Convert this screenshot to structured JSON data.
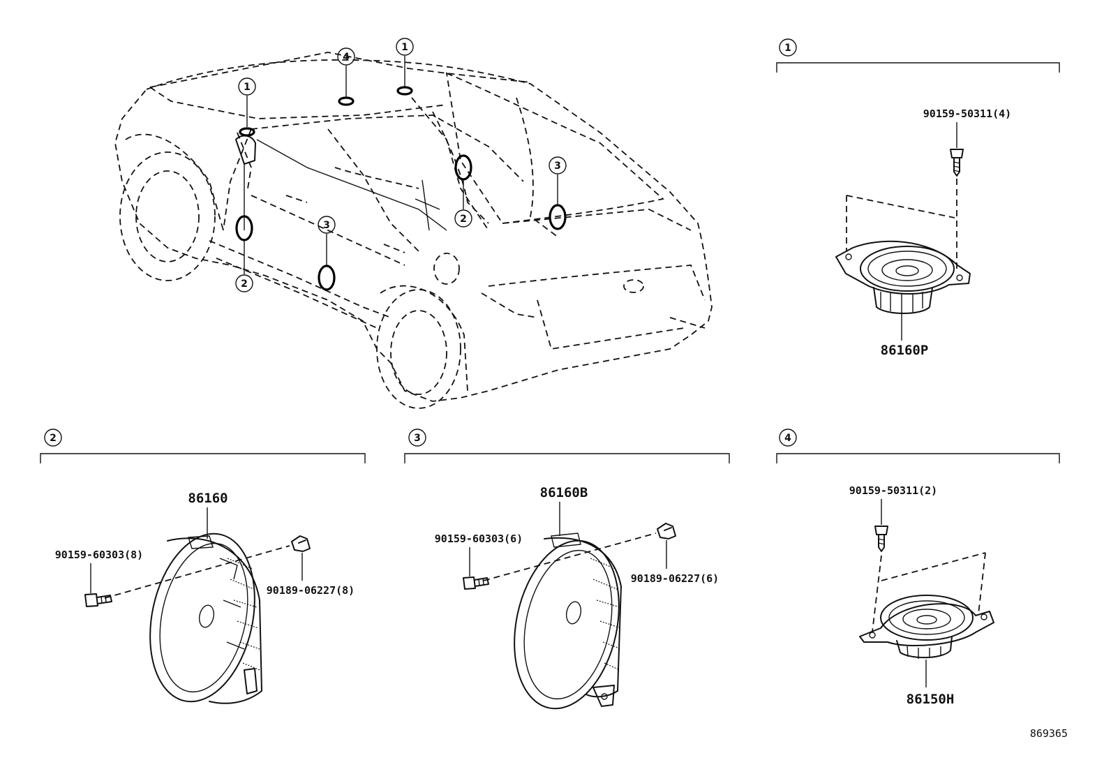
{
  "callouts": {
    "c1": "1",
    "c2": "2",
    "c3": "3",
    "c4": "4"
  },
  "groups": {
    "group1": {
      "number": "1",
      "bolt": "90159-50311(4)",
      "part": "86160P"
    },
    "group2": {
      "number": "2",
      "part": "86160",
      "screw": "90159-60303(8)",
      "nut": "90189-06227(8)"
    },
    "group3": {
      "number": "3",
      "part": "86160B",
      "screw": "90159-60303(6)",
      "nut": "90189-06227(6)"
    },
    "group4": {
      "number": "4",
      "bolt": "90159-50311(2)",
      "part": "86150H"
    }
  },
  "figure_id": "869365"
}
